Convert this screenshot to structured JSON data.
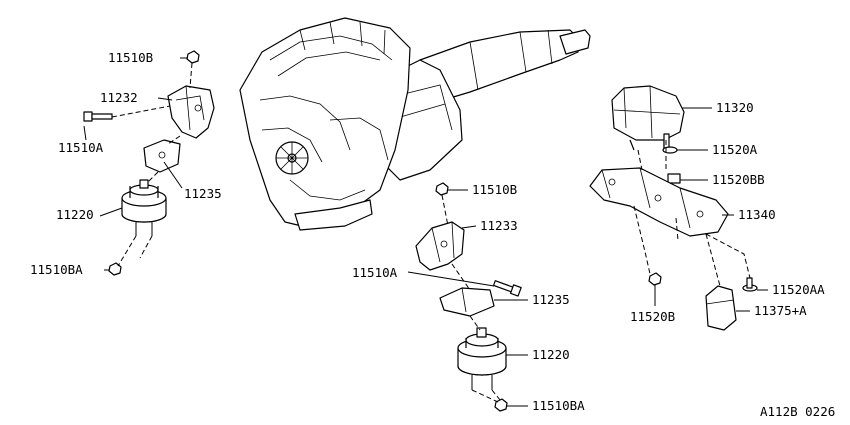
{
  "labels": [
    {
      "id": "l01",
      "text": "11510B"
    },
    {
      "id": "l02",
      "text": "11232"
    },
    {
      "id": "l03",
      "text": "11510A"
    },
    {
      "id": "l04",
      "text": "11235"
    },
    {
      "id": "l05",
      "text": "11220"
    },
    {
      "id": "l06",
      "text": "11510BA"
    },
    {
      "id": "l07",
      "text": "11510B"
    },
    {
      "id": "l08",
      "text": "11233"
    },
    {
      "id": "l09",
      "text": "11510A"
    },
    {
      "id": "l10",
      "text": "11235"
    },
    {
      "id": "l11",
      "text": "11220"
    },
    {
      "id": "l12",
      "text": "11510BA"
    },
    {
      "id": "l13",
      "text": "11320"
    },
    {
      "id": "l14",
      "text": "11520A"
    },
    {
      "id": "l15",
      "text": "11520BB"
    },
    {
      "id": "l16",
      "text": "11340"
    },
    {
      "id": "l17",
      "text": "11520AA"
    },
    {
      "id": "l18",
      "text": "11375+A"
    },
    {
      "id": "l19",
      "text": "11520B"
    }
  ],
  "diagram_code": "A112B 0226"
}
